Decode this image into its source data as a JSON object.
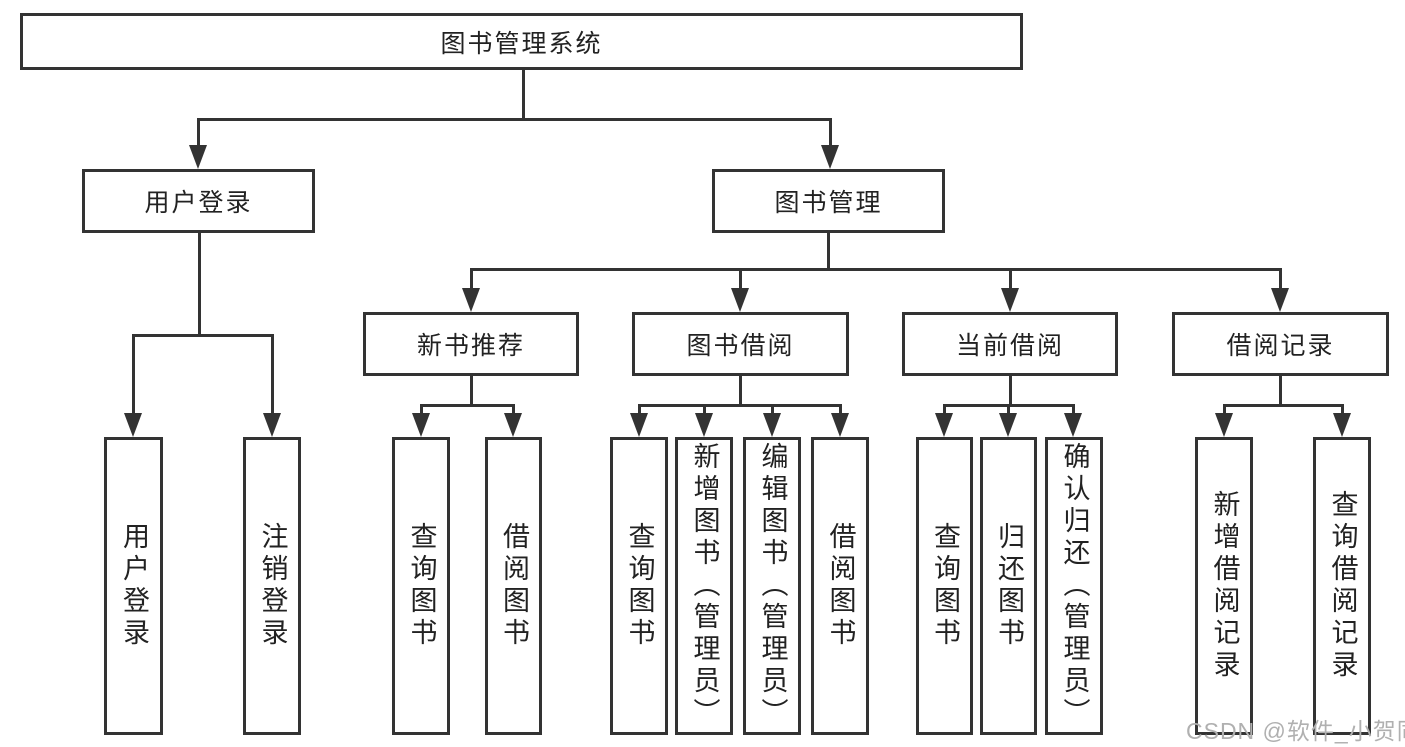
{
  "watermark": "CSDN @软件_小贺同学",
  "colors": {
    "line": "#333333",
    "text": "#222222",
    "background": "#ffffff",
    "watermark": "#b0b0b0"
  },
  "tree": {
    "root": "图书管理系统",
    "branches": [
      {
        "label": "用户登录",
        "children": [
          "用户登录",
          "注销登录"
        ]
      },
      {
        "label": "图书管理",
        "sections": [
          {
            "label": "新书推荐",
            "children": [
              "查询图书",
              "借阅图书"
            ]
          },
          {
            "label": "图书借阅",
            "children": [
              "查询图书",
              "新增图书（管理员）",
              "编辑图书（管理员）",
              "借阅图书"
            ]
          },
          {
            "label": "当前借阅",
            "children": [
              "查询图书",
              "归还图书",
              "确认归还（管理员）"
            ]
          },
          {
            "label": "借阅记录",
            "children": [
              "新增借阅记录",
              "查询借阅记录"
            ]
          }
        ]
      }
    ]
  }
}
